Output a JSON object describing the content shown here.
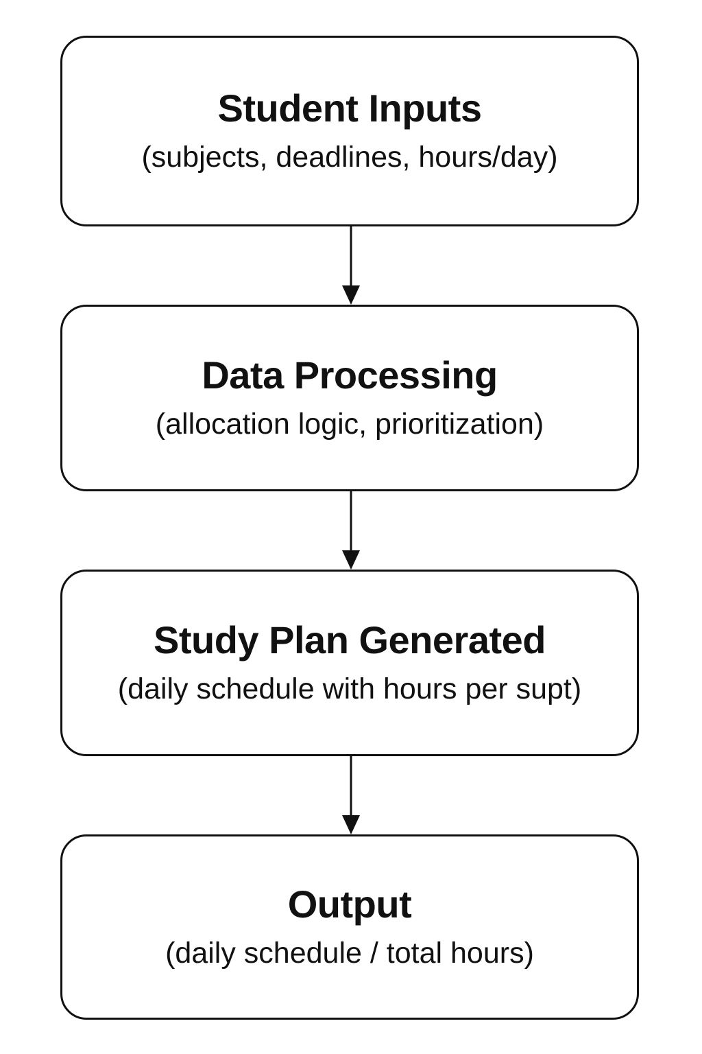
{
  "diagram": {
    "nodes": [
      {
        "title": "Student Inputs",
        "subtitle": "(subjects, deadlines, hours/day)"
      },
      {
        "title": "Data Processing",
        "subtitle": "(allocation logic, prioritization)"
      },
      {
        "title": "Study Plan Generated",
        "subtitle": "(daily schedule with hours per supt)"
      },
      {
        "title": "Output",
        "subtitle": "(daily schedule / total hours)"
      }
    ],
    "edges": [
      {
        "from": 0,
        "to": 1
      },
      {
        "from": 1,
        "to": 2
      },
      {
        "from": 2,
        "to": 3
      }
    ],
    "colors": {
      "stroke": "#111111",
      "background": "#ffffff"
    }
  }
}
